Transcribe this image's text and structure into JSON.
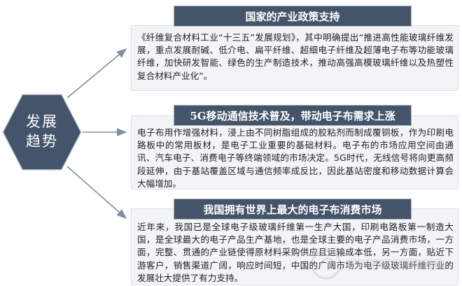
{
  "center": {
    "line1": "发展",
    "line2": "趋势"
  },
  "sections": [
    {
      "title": "国家的产业政策支持",
      "body": "《纤维复合材料工业“十三五”发展规划》，其中明确提出“推进高性能玻璃纤维发展，重点发展耐碱、低介电、扁平纤维、超细电子纤维及超薄电子布等功能玻璃纤维，加快研发智能、绿色的生产制造技术，推动高强高模玻璃纤维以及热塑性复合材料产业化”。"
    },
    {
      "title": "5G移动通信技术普及，带动电子布需求上涨",
      "body": "电子布用作增强材料，浸上由不同树脂组成的胶粘剂而制成覆铜板，作为印刷电路板中的常用板材，是电子工业重要的基础材料。电子布的市场应用空间由通讯、汽车电子、消费电子等终端领域的市场决定。5G时代，无线信号将向更高频段延伸，由于基站覆盖区域与通信频率成反比，因此基站密度和移动数据计算会大幅增加。"
    },
    {
      "title": "我国拥有世界上最大的电子布消费市场",
      "body": "近年来，我国已是全球电子级玻璃纤维第一生产大国，印刷电路板第一制造大国，是全球最大的电子产品生产基地，也是全球主要的电子产品消费市场，一方面，完整、贯通的产业链使得原材料采购供应且运输成本低，另一方面，贴近下游客户，销售渠道广阔，响应时间短，中国的广阔市场为电子级玻璃纤维行业的发展壮大提供了有力支持。"
    }
  ],
  "colors": {
    "header_bg": "#44546a",
    "hex_fill": "#44546a",
    "panel_bg": "#f3f4f7",
    "arrow": "#7f8ea3"
  }
}
